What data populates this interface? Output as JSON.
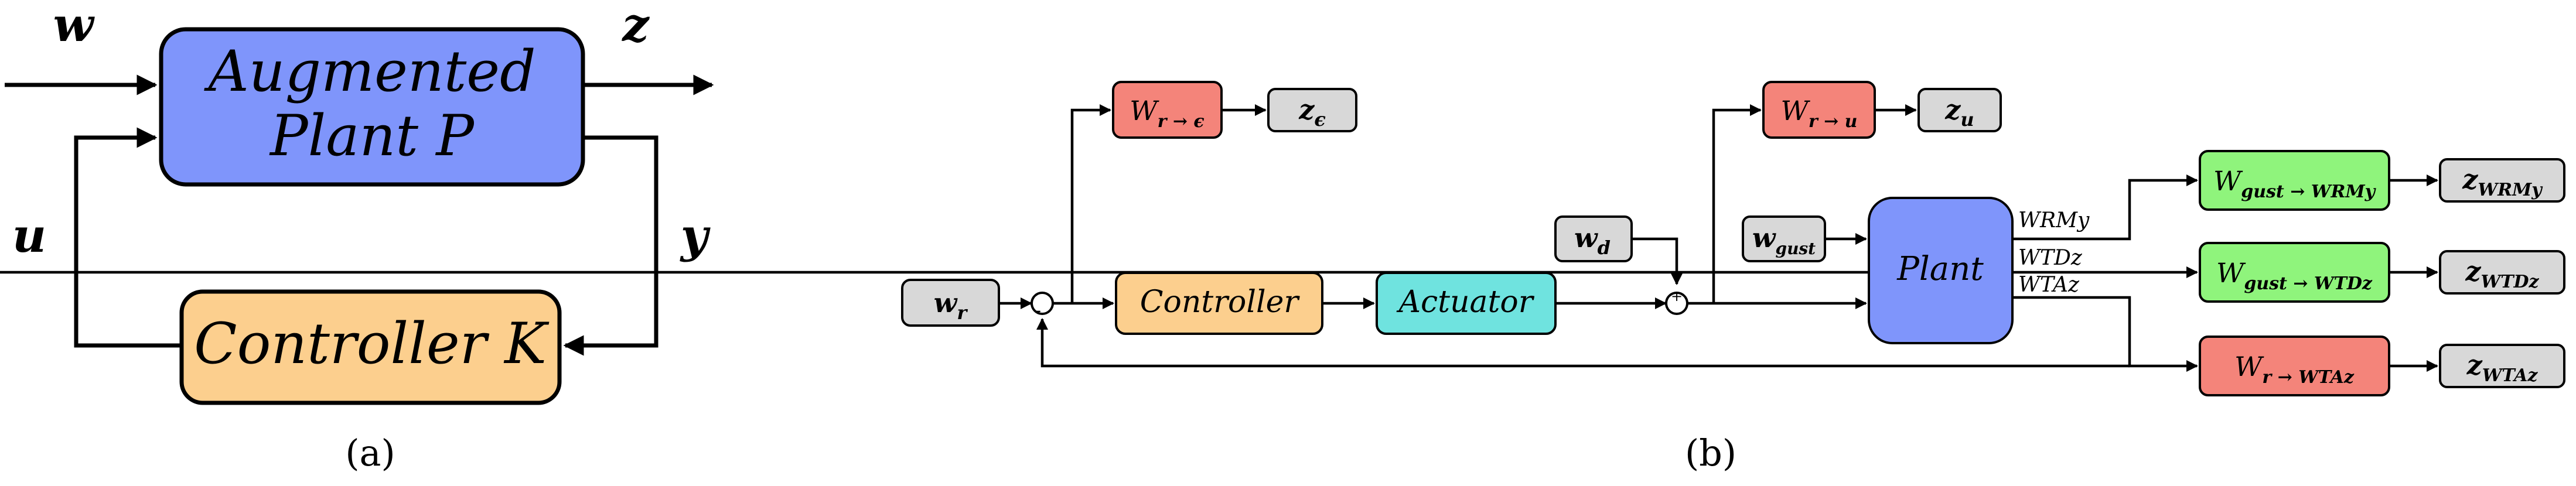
{
  "panel_a": {
    "caption": "(a)",
    "plant": {
      "line1": "Augmented",
      "line2": "Plant P"
    },
    "controller": "Controller K",
    "signals": {
      "w": "w",
      "z": "z",
      "u": "u",
      "y": "y"
    }
  },
  "panel_b": {
    "caption": "(b)",
    "colors": {
      "weight_red": "#f4847a",
      "weight_green": "#8ff47c",
      "controller": "#fccf8e",
      "actuator": "#6fe3df",
      "plant": "#7f95fb",
      "signal_gray": "#d8d8d8"
    },
    "blocks": {
      "controller": "Controller",
      "actuator": "Actuator",
      "plant": "Plant"
    },
    "inputs": {
      "wr": {
        "main": "w",
        "sub": "r"
      },
      "wd": {
        "main": "w",
        "sub": "d"
      },
      "wgust": {
        "main": "w",
        "sub": "gust"
      }
    },
    "sum_signs": {
      "s1": "-",
      "s2": "+"
    },
    "weights": {
      "w_re": {
        "main": "W",
        "sub": "r → ϵ"
      },
      "w_ru": {
        "main": "W",
        "sub": "r → u"
      },
      "w_gwrmy": {
        "main": "W",
        "sub": "gust → WRMy"
      },
      "w_gwtdz": {
        "main": "W",
        "sub": "gust → WTDz"
      },
      "w_rwtaz": {
        "main": "W",
        "sub": "r → WTAz"
      }
    },
    "outputs": {
      "ze": {
        "main": "z",
        "sub": "ϵ"
      },
      "zu": {
        "main": "z",
        "sub": "u"
      },
      "zwrmy": {
        "main": "z",
        "sub": "WRMy"
      },
      "zwtdz": {
        "main": "z",
        "sub": "WTDz"
      },
      "zwtaz": {
        "main": "z",
        "sub": "WTAz"
      }
    },
    "plant_outputs": {
      "wrmy": "WRMy",
      "wtdz": "WTDz",
      "wtaz": "WTAz"
    }
  }
}
